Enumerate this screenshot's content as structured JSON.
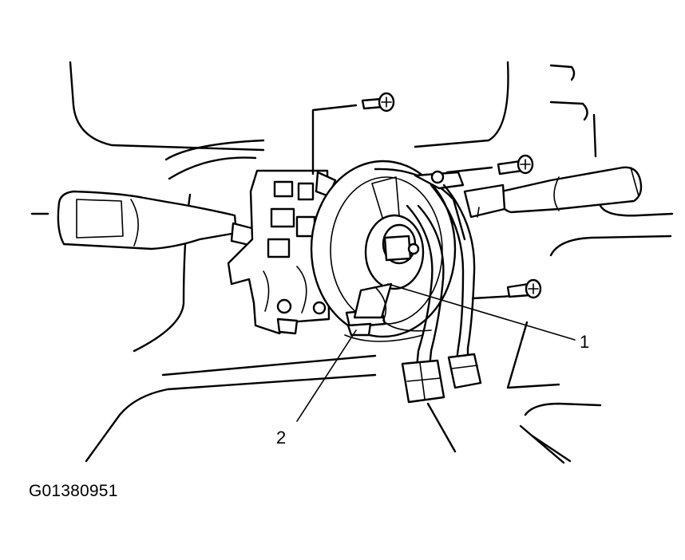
{
  "figure": {
    "id_label": "G01380951"
  },
  "callouts": [
    {
      "label": "1"
    },
    {
      "label": "2"
    }
  ],
  "colors": {
    "line": "#000000",
    "background": "#ffffff"
  }
}
